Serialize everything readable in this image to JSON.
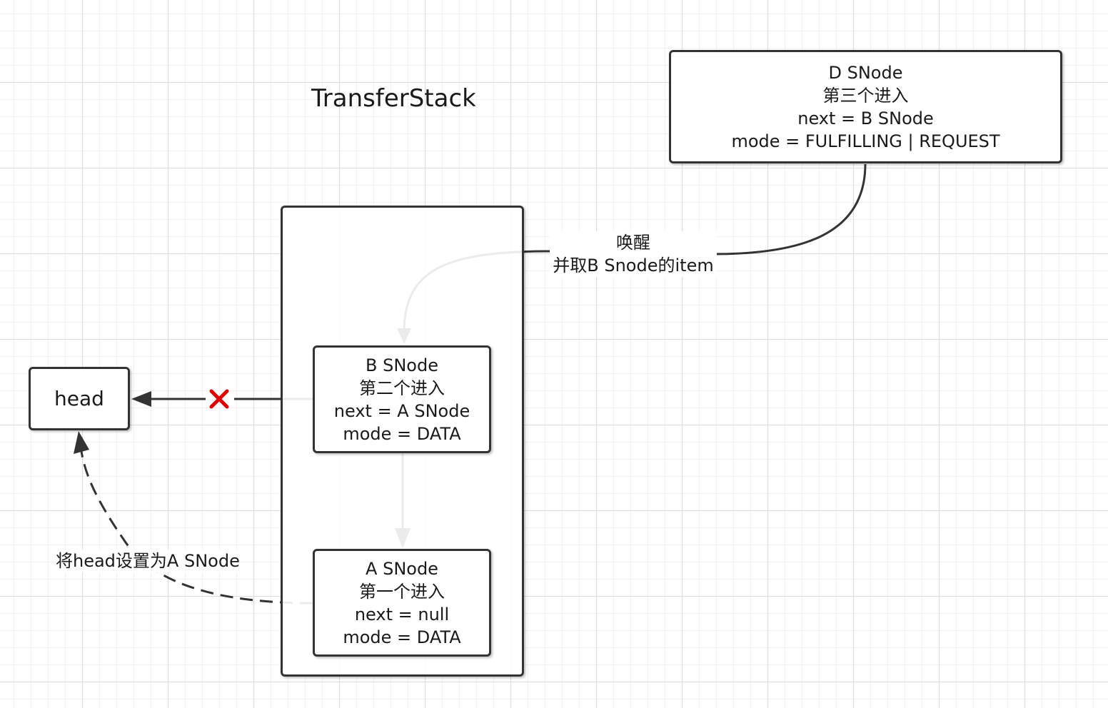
{
  "diagram": {
    "title": "TransferStack",
    "head": {
      "label": "head"
    },
    "nodes": {
      "d": {
        "lines": [
          "D SNode",
          "第三个进入",
          "next = B SNode",
          "mode = FULFILLING | REQUEST"
        ]
      },
      "b": {
        "lines": [
          "B SNode",
          "第二个进入",
          "next = A SNode",
          "mode = DATA"
        ]
      },
      "a": {
        "lines": [
          "A SNode",
          "第一个进入",
          "next = null",
          "mode = DATA"
        ]
      }
    },
    "edges": {
      "wake": {
        "lines": [
          "唤醒",
          "并取B Snode的item"
        ]
      },
      "set_head": {
        "label": "将head设置为A SNode"
      }
    },
    "colors": {
      "stroke": "#333333",
      "cross": "#e00000",
      "grid": "#dcdcdc"
    }
  }
}
